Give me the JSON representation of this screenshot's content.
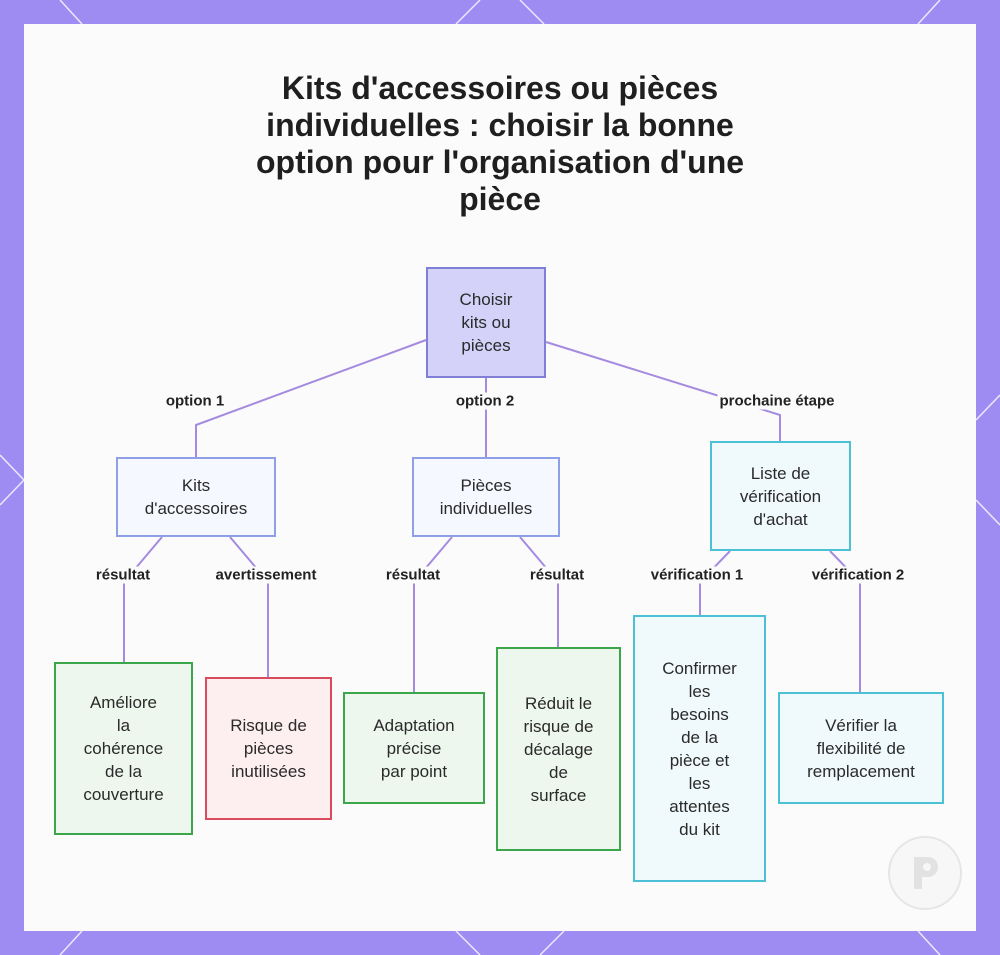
{
  "title": "Kits d'accessoires ou pièces individuelles : choisir la bonne option pour l'organisation d'une pièce",
  "nodes": {
    "root": "Choisir\nkits ou\npièces",
    "kits": "Kits\nd'accessoires",
    "pieces": "Pièces\nindividuelles",
    "liste": "Liste de\nvérification\nd'achat",
    "ameliore": "Améliore\nla\ncohérence\nde la\ncouverture",
    "risque": "Risque de\npièces\ninutilisées",
    "adaptation": "Adaptation\nprécise\npar point",
    "reduit": "Réduit le\nrisque de\ndécalage\nde\nsurface",
    "confirmer": "Confirmer\nles\nbesoins\nde la\npièce et\nles\nattentes\ndu kit",
    "verifier": "Vérifier la\nflexibilité de\nremplacement"
  },
  "edges": {
    "option1": "option 1",
    "option2": "option 2",
    "prochaine": "prochaine étape",
    "resultat1": "résultat",
    "avertissement": "avertissement",
    "resultat2": "résultat",
    "resultat3": "résultat",
    "verification1": "vérification 1",
    "verification2": "vérification 2"
  },
  "colors": {
    "background": "#9f8cf3",
    "connector": "#a58be0",
    "root_fill": "#d4d2f9",
    "green": "#3ca64a",
    "red": "#d94b5d",
    "cyan": "#4cc0d4"
  }
}
